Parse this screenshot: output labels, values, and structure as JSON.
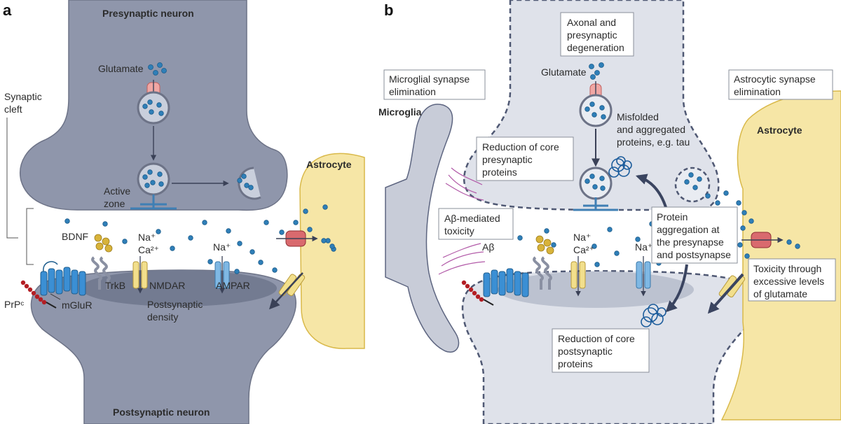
{
  "panels": {
    "a": "a",
    "b": "b"
  },
  "panel_a": {
    "presynaptic": "Presynaptic neuron",
    "postsynaptic": "Postsynaptic neuron",
    "glutamate": "Glutamate",
    "synaptic_cleft": [
      "Synaptic",
      "cleft"
    ],
    "active_zone": [
      "Active",
      "zone"
    ],
    "astrocyte": "Astrocyte",
    "bdnf": "BDNF",
    "na_ca": [
      "Na⁺",
      "Ca²⁺"
    ],
    "na": "Na⁺",
    "trkb": "TrkB",
    "nmdar": "NMDAR",
    "ampar": "AMPAR",
    "mglur": "mGluR",
    "prpc": "PrPᶜ",
    "psd": [
      "Postsynaptic",
      "density"
    ]
  },
  "panel_b": {
    "axonal_box": [
      "Axonal and",
      "presynaptic",
      "degeneration"
    ],
    "microglial_box": [
      "Microglial synapse",
      "elimination"
    ],
    "astrocytic_box": [
      "Astrocytic synapse",
      "elimination"
    ],
    "microglia": "Microglia",
    "astrocyte": "Astrocyte",
    "glutamate": "Glutamate",
    "misfolded": [
      "Misfolded",
      "and aggregated",
      "proteins, e.g. tau"
    ],
    "reduction_pre": [
      "Reduction of core",
      "presynaptic",
      "proteins"
    ],
    "abeta_box": [
      "Aβ-mediated",
      "toxicity"
    ],
    "abeta": "Aβ",
    "protein_agg": [
      "Protein",
      "aggregation at",
      "the presynapse",
      "and postsynapse"
    ],
    "toxicity": [
      "Toxicity through",
      "excessive levels",
      "of glutamate"
    ],
    "reduction_post": [
      "Reduction of core",
      "postsynaptic",
      "proteins"
    ],
    "na_ca": [
      "Na⁺",
      "Ca²⁺"
    ],
    "na": "Na⁺"
  },
  "colors": {
    "neuron_a": "#8f96ab",
    "neuron_b": "#dfe2ea",
    "psd": "#737b91",
    "astrocyte": "#f6e6a6",
    "astrocyte_stroke": "#d9b94a",
    "glutamate": "#2f7fb8",
    "mglur": "#3b8fd4",
    "nmdar": "#f2df8c",
    "ampar": "#7fb8e4",
    "transporter": "#d96a6e",
    "prion": "#b31e24",
    "tau": "#1d5d9c",
    "abeta": "#b25aa8"
  }
}
